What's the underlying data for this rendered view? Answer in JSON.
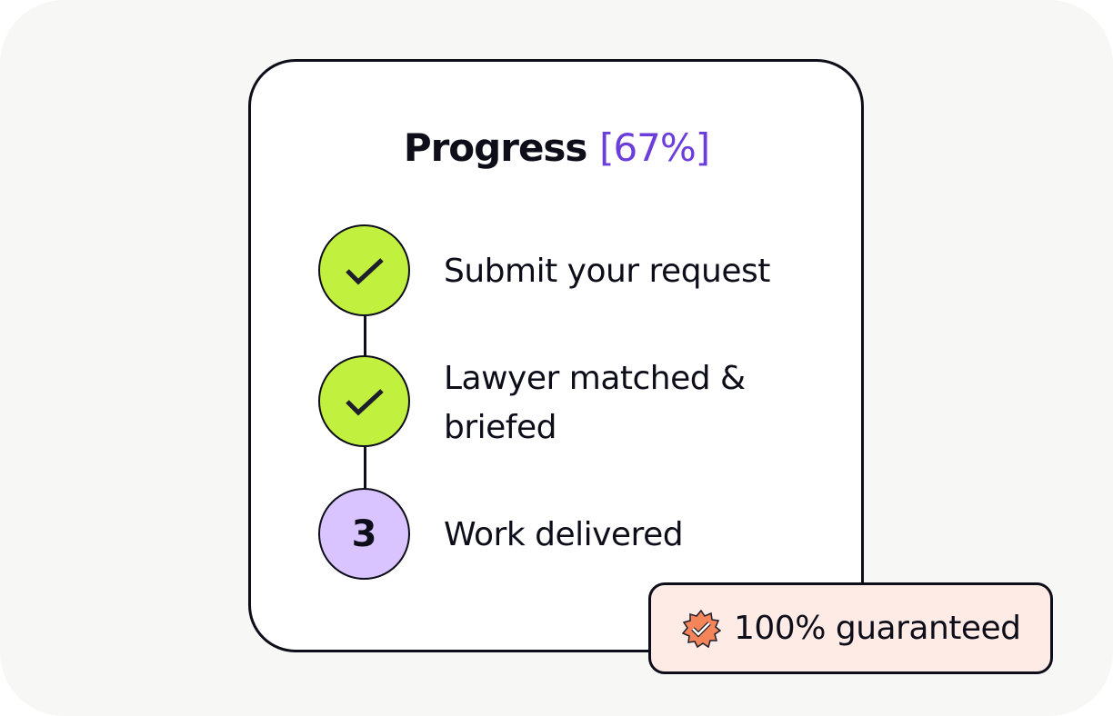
{
  "progress": {
    "title": "Progress",
    "percent_label": "[67%]",
    "percent_value": 67
  },
  "steps": [
    {
      "label": "Submit your request",
      "status": "done",
      "icon": "check-icon"
    },
    {
      "label": "Lawyer matched & briefed",
      "status": "done",
      "icon": "check-icon"
    },
    {
      "label": "Work delivered",
      "status": "pending",
      "number": "3"
    }
  ],
  "badge": {
    "label": "100% guaranteed",
    "icon": "verified-badge-icon"
  },
  "colors": {
    "accent": "#6b3ddb",
    "done": "#c2f03f",
    "pending": "#d9c4ff",
    "badge_bg": "#ffebe6",
    "badge_icon": "#f4845a"
  }
}
